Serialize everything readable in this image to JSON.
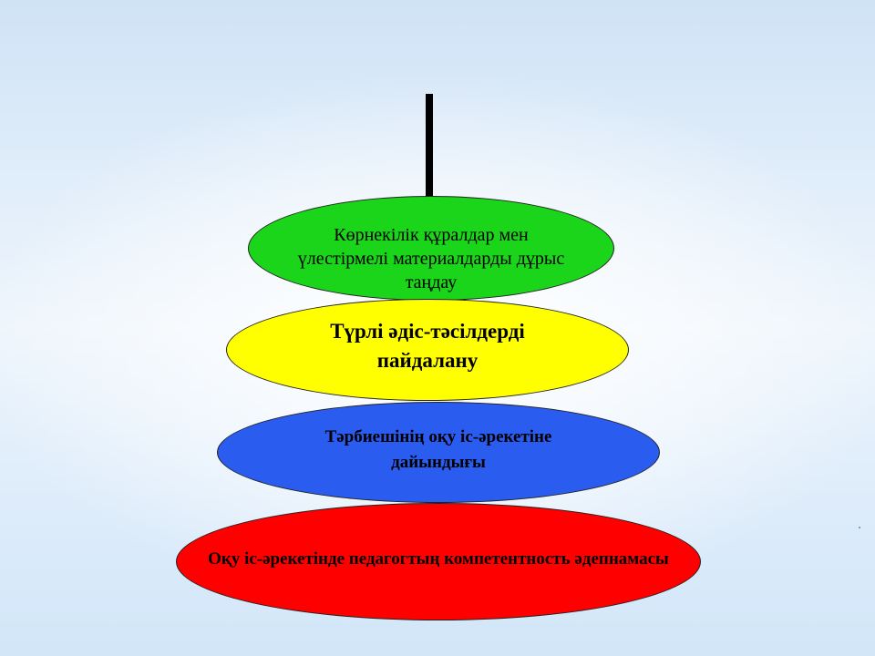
{
  "diagram": {
    "levels": [
      {
        "text": "Көрнекілік құралдар мен үлестірмелі материалдарды дұрыс таңдау",
        "color": "#1bd51b"
      },
      {
        "text": "Түрлі әдіс-тәсілдерді пайдалану",
        "color": "#ffff00"
      },
      {
        "text": "Тәрбиешінің оқу іс-әрекетіне дайындығы",
        "color": "#2a5cf0"
      },
      {
        "text": "Оқу іс-әрекетінде педагогтың  компетентность әдепнамасы",
        "color": "#ff0000"
      }
    ]
  }
}
